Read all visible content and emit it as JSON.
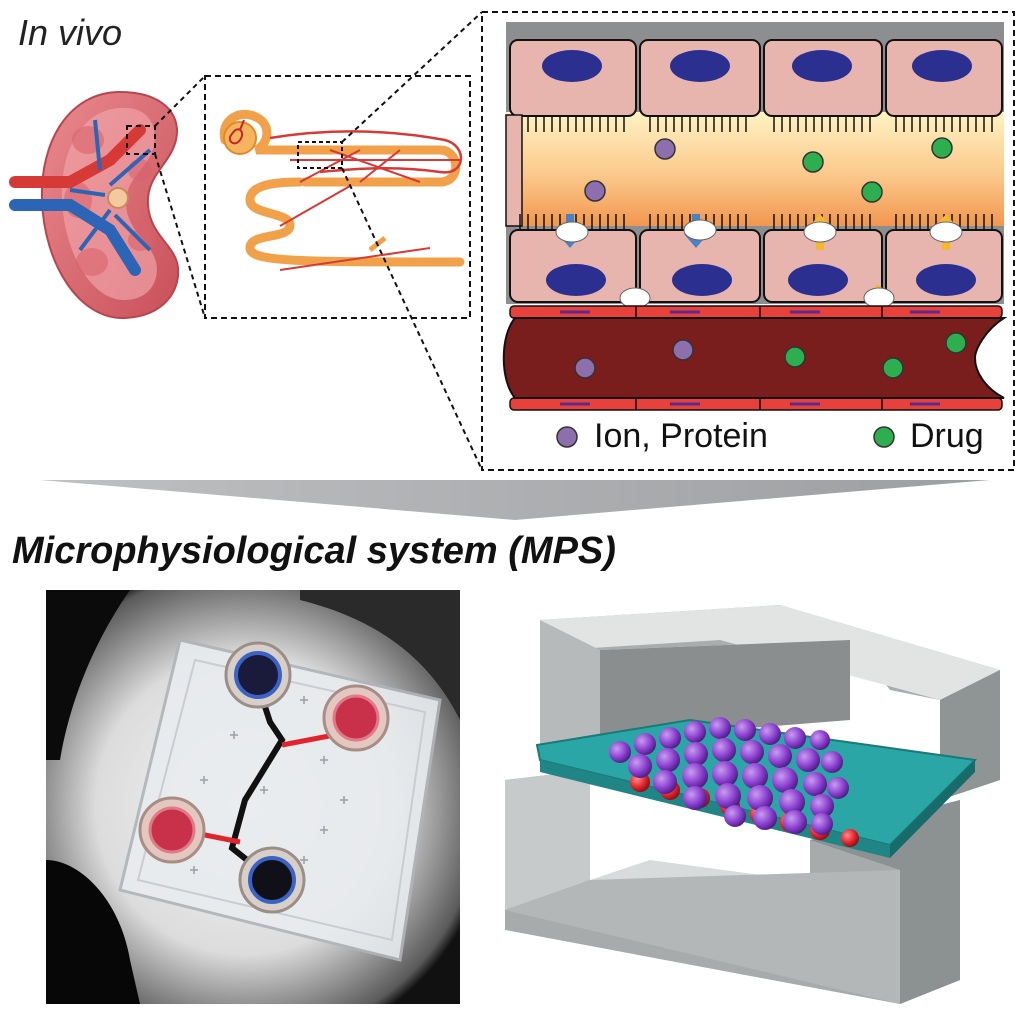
{
  "headings": {
    "in_vivo": "In vivo",
    "mps": "Microphysiological system (MPS)"
  },
  "legend": {
    "ion_protein": "Ion, Protein",
    "drug": "Drug"
  },
  "colors": {
    "ion_protein_dot": "#8e6fae",
    "drug_dot": "#2eaf4f",
    "nucleus": "#2b2f8f",
    "cell": "#e8b4ae",
    "blood_vessel": "#7a1d1d",
    "vessel_wall": "#e8413b",
    "lumen_top": "#fde8b5",
    "lumen_bottom": "#f49a4a",
    "transport_in": "#4a82c3",
    "transport_out": "#f2b92f",
    "membrane": "#2aa6a6",
    "upper_cells": "#8b44c8",
    "lower_cells": "#e0242c",
    "housing": "#b9bdbd"
  }
}
